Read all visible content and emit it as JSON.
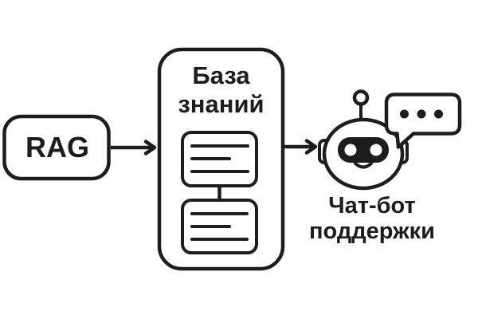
{
  "diagram": {
    "colors": {
      "background": "#ffffff",
      "stroke": "#1d1d1d"
    },
    "nodes": {
      "rag": {
        "label": "RAG"
      },
      "knowledge_base": {
        "title_line1": "База",
        "title_line2": "знаний",
        "icons": [
          "document-icon",
          "document-icon"
        ]
      },
      "chatbot": {
        "label_line1": "Чат-бот",
        "label_line2": "поддержки",
        "icons": [
          "robot-icon",
          "speech-bubble-icon",
          "typing-dots-icon"
        ]
      }
    },
    "arrows": [
      {
        "from": "RAG",
        "to": "База знаний"
      },
      {
        "from": "База знаний",
        "to": "Чат-бот поддержки"
      }
    ]
  }
}
